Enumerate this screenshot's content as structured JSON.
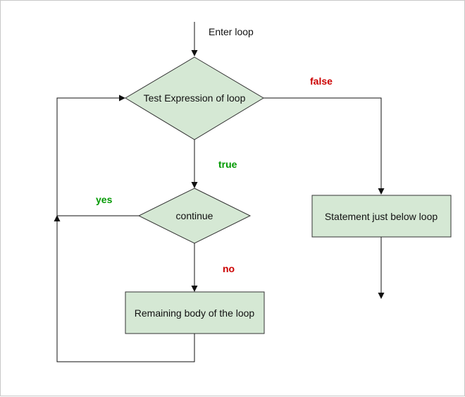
{
  "nodes": {
    "test_expression": "Test Expression of loop",
    "continue": "continue",
    "remaining_body": "Remaining body of the loop",
    "statement_below": "Statement just below loop"
  },
  "labels": {
    "enter": "Enter loop",
    "false": "false",
    "true": "true",
    "yes": "yes",
    "no": "no"
  },
  "colors": {
    "node_fill": "#d5e8d4",
    "false_label": "#cc0000",
    "true_label": "#009900",
    "yes_label": "#009900",
    "no_label": "#cc0000"
  }
}
